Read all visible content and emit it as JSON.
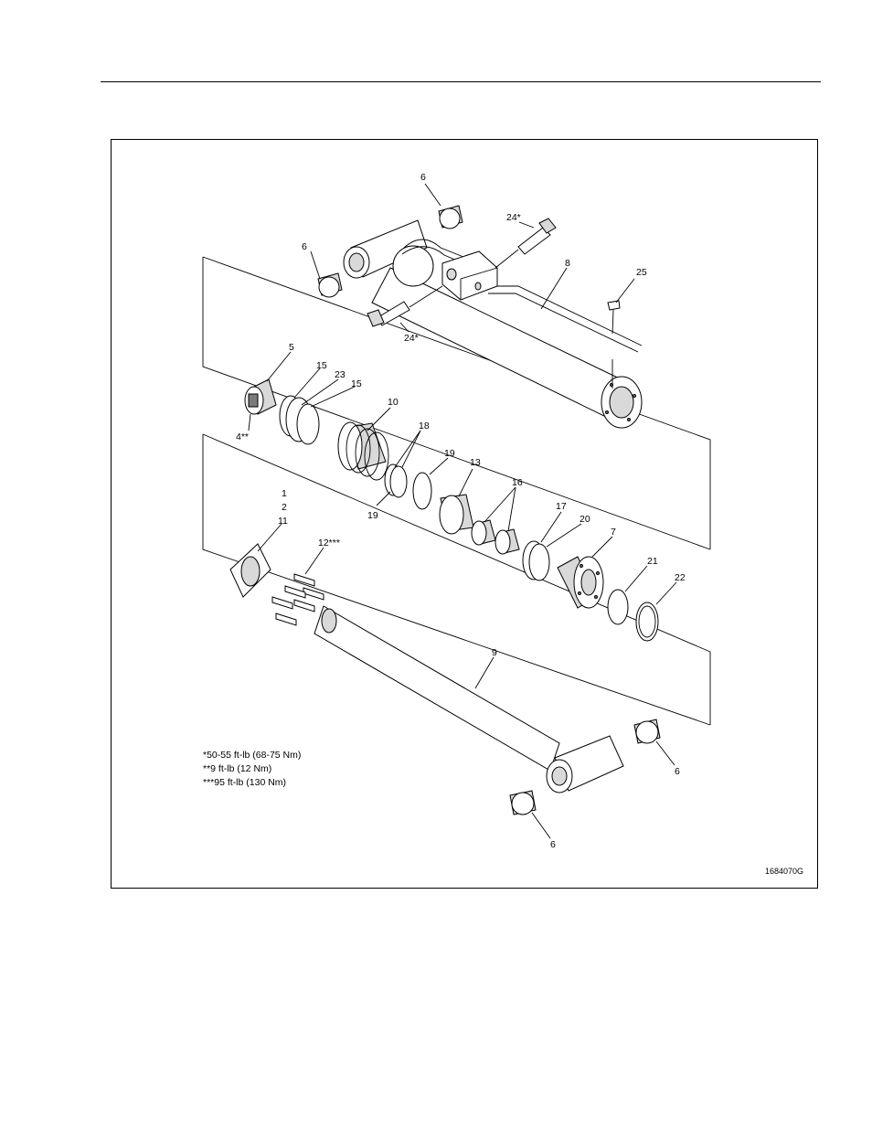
{
  "figure": {
    "labels": [
      {
        "id": "lbl-6-top",
        "text": "6"
      },
      {
        "id": "lbl-6-left",
        "text": "6"
      },
      {
        "id": "lbl-24-top",
        "text": "24*"
      },
      {
        "id": "lbl-24-bottom",
        "text": "24*"
      },
      {
        "id": "lbl-8",
        "text": "8"
      },
      {
        "id": "lbl-25",
        "text": "25"
      },
      {
        "id": "lbl-5",
        "text": "5"
      },
      {
        "id": "lbl-4",
        "text": "4**"
      },
      {
        "id": "lbl-15-a",
        "text": "15"
      },
      {
        "id": "lbl-23",
        "text": "23"
      },
      {
        "id": "lbl-15-b",
        "text": "15"
      },
      {
        "id": "lbl-10",
        "text": "10"
      },
      {
        "id": "lbl-18",
        "text": "18"
      },
      {
        "id": "lbl-19-a",
        "text": "19"
      },
      {
        "id": "lbl-19-b",
        "text": "19"
      },
      {
        "id": "lbl-13",
        "text": "13"
      },
      {
        "id": "lbl-16",
        "text": "16"
      },
      {
        "id": "lbl-17",
        "text": "17"
      },
      {
        "id": "lbl-20",
        "text": "20"
      },
      {
        "id": "lbl-7",
        "text": "7"
      },
      {
        "id": "lbl-21",
        "text": "21"
      },
      {
        "id": "lbl-22",
        "text": "22"
      },
      {
        "id": "lbl-1",
        "text": "1"
      },
      {
        "id": "lbl-2",
        "text": "2"
      },
      {
        "id": "lbl-11",
        "text": "11"
      },
      {
        "id": "lbl-12",
        "text": "12***"
      },
      {
        "id": "lbl-9",
        "text": "9"
      },
      {
        "id": "lbl-6-right",
        "text": "6"
      },
      {
        "id": "lbl-6-bottom",
        "text": "6"
      }
    ],
    "torque_notes": [
      "*50-55 ft-lb (68-75 Nm)",
      "**9 ft-lb (12 Nm)",
      "***95 ft-lb (130 Nm)"
    ],
    "figure_id": "1684070G"
  }
}
